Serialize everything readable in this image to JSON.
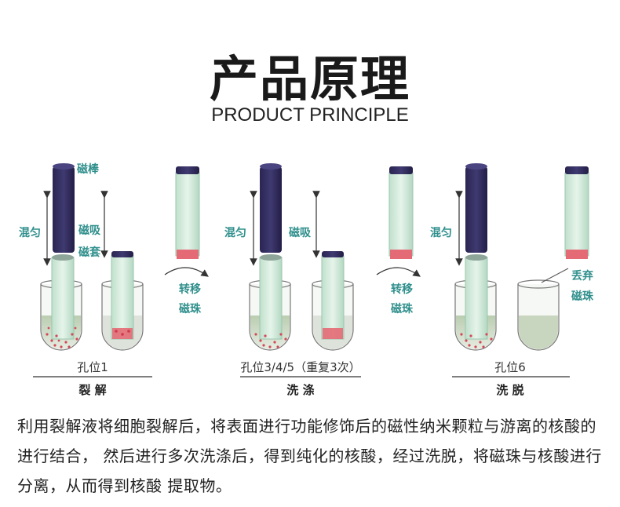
{
  "title": "产品原理",
  "subtitle": "PRODUCT PRINCIPLE",
  "labels": {
    "magnetic_rod": "磁棒",
    "mix1": "混匀",
    "adsorb1": "磁吸",
    "sleeve": "磁套",
    "transfer1_a": "转移",
    "transfer1_b": "磁珠",
    "mix2": "混匀",
    "adsorb2": "磁吸",
    "transfer2_a": "转移",
    "transfer2_b": "磁珠",
    "mix3": "混匀",
    "discard_a": "丢弃",
    "discard_b": "磁珠"
  },
  "steps": [
    {
      "well": "孔位1",
      "name": "裂 解"
    },
    {
      "well": "孔位3/4/5（重复3次）",
      "name": "洗 涤"
    },
    {
      "well": "孔位6",
      "name": "洗 脱"
    }
  ],
  "description": "利用裂解液将细胞裂解后，将表面进行功能修饰后的磁性纳米颗粒与游离的核酸的进行结合， 然后进行多次洗涤后，得到纯化的核酸，经过洗脱，将磁珠与核酸进行分离，从而得到核酸 提取物。"
}
